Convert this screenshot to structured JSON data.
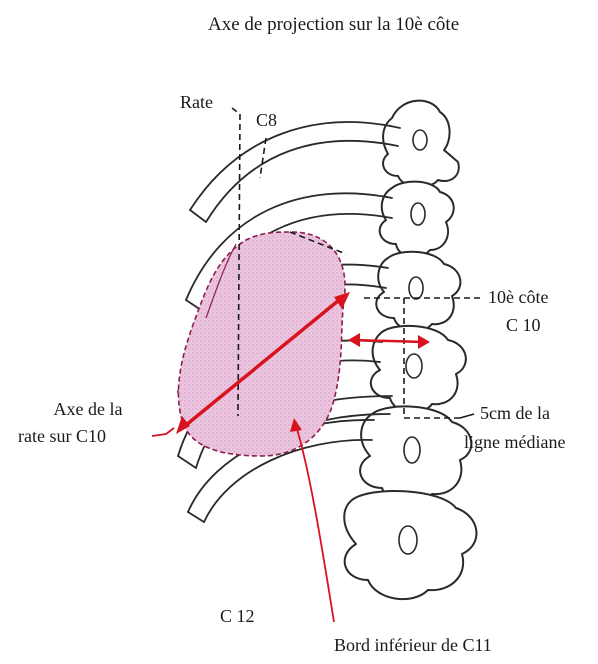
{
  "figure": {
    "title": "Axe de projection sur la 10è côte",
    "labels": {
      "rate": "Rate",
      "c8": "C8",
      "cote10": "10è côte",
      "c10": "C 10",
      "axe_line1": "Axe de la",
      "axe_line2": "rate sur C10",
      "distance_line1": "5cm de la",
      "distance_line2": "ligne médiane",
      "c12": "C 12",
      "bord_inferieur": "Bord inférieur de C11"
    },
    "colors": {
      "annotation_red": "#d8131e",
      "spleen_fill": "#e6b4d6",
      "spleen_outline": "#8a1f4c",
      "bone_stroke": "#2a2a2a"
    }
  }
}
